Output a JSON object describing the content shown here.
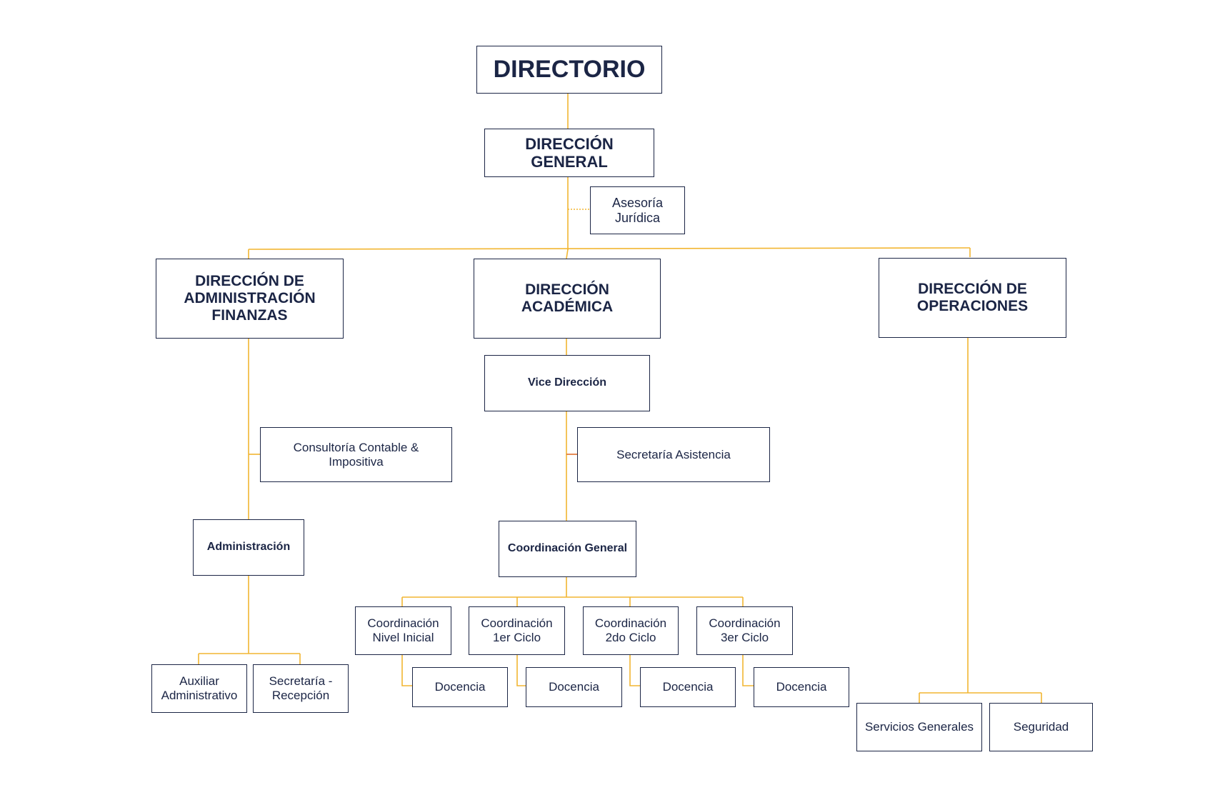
{
  "colors": {
    "connector": "#f2b632",
    "connector_alt": "#e0702e",
    "box_border": "#1b2545",
    "text": "#1b2545"
  },
  "nodes": {
    "directorio": "DIRECTORIO",
    "direccion_general": "DIRECCIÓN\nGENERAL",
    "asesoria_juridica": "Asesoría\nJurídica",
    "direccion_administracion": "DIRECCIÓN DE\nADMINISTRACIÓN\nFINANZAS",
    "direccion_academica": "DIRECCIÓN ACADÉMICA",
    "direccion_operaciones": "DIRECCIÓN DE\nOPERACIONES",
    "vice_direccion": "Vice Dirección",
    "consultoria": "Consultoría Contable &\nImpositiva",
    "secretaria_asistencia": "Secretaría Asistencia",
    "administracion": "Administración",
    "coordinacion_general": "Coordinación General",
    "auxiliar_administrativo": "Auxiliar\nAdministrativo",
    "secretaria_recepcion": "Secretaría -\nRecepción",
    "coord_nivel_inicial": "Coordinación\nNivel Inicial",
    "coord_1er_ciclo": "Coordinación\n1er Ciclo",
    "coord_2do_ciclo": "Coordinación\n2do Ciclo",
    "coord_3er_ciclo": "Coordinación\n3er Ciclo",
    "docencia_1": "Docencia",
    "docencia_2": "Docencia",
    "docencia_3": "Docencia",
    "docencia_4": "Docencia",
    "servicios_generales": "Servicios Generales",
    "seguridad": "Seguridad"
  }
}
